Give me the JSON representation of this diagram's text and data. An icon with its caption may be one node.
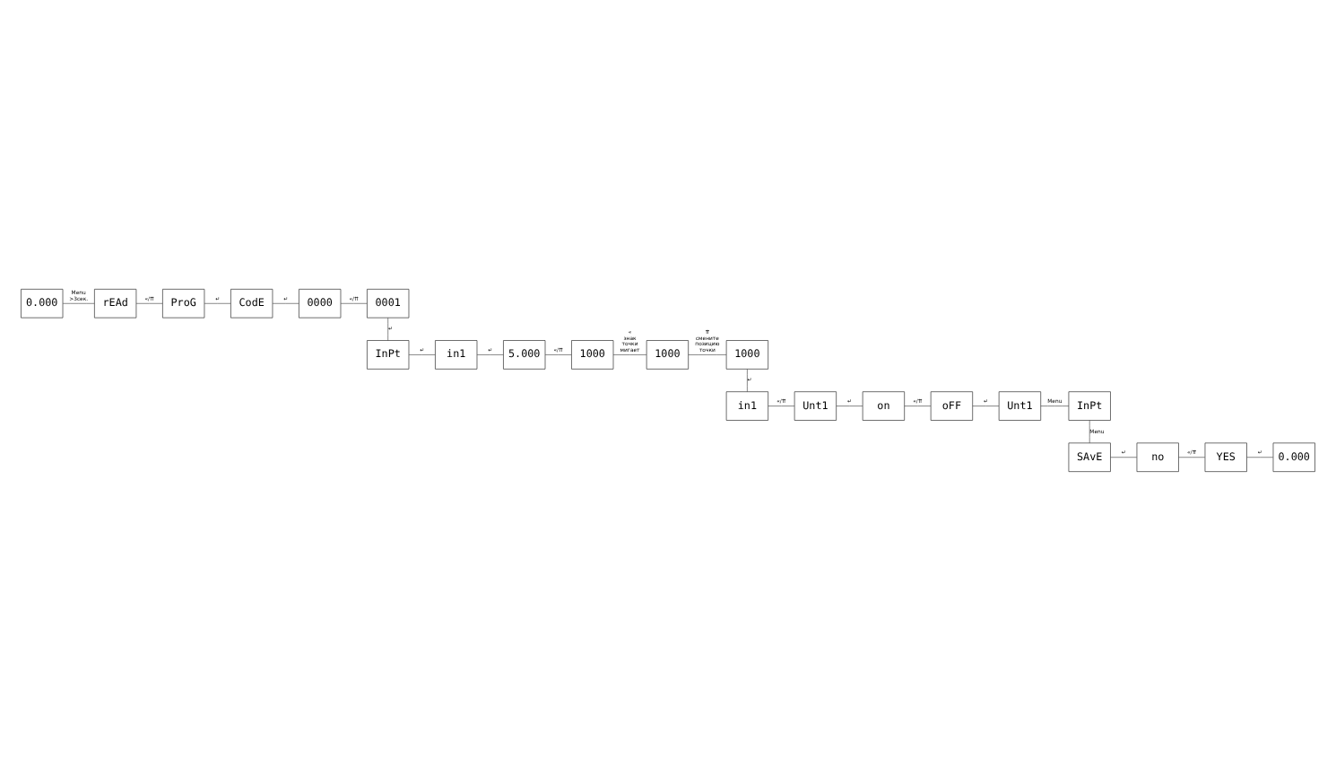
{
  "diagram": {
    "nodes": [
      {
        "text": [
          "0.000"
        ]
      },
      {
        "text": [
          "rEAd"
        ]
      },
      {
        "text": [
          "ProG"
        ]
      },
      {
        "text": [
          "CodE"
        ]
      },
      {
        "text": [
          "0000"
        ]
      },
      {
        "text": [
          "0001"
        ]
      },
      {
        "text": [
          "InPt"
        ]
      },
      {
        "text": [
          "in1"
        ]
      },
      {
        "text": [
          "5.000"
        ]
      },
      {
        "text": [
          "1000"
        ]
      },
      {
        "text": [
          "1000"
        ]
      },
      {
        "text": [
          "1000"
        ]
      },
      {
        "text": [
          "in1"
        ]
      },
      {
        "text": [
          "Unt1"
        ]
      },
      {
        "text": [
          "on"
        ]
      },
      {
        "text": [
          "oFF"
        ]
      },
      {
        "text": [
          "Unt1"
        ]
      },
      {
        "text": [
          "InPt"
        ]
      },
      {
        "text": [
          "SAvE"
        ]
      },
      {
        "text": [
          "no"
        ]
      },
      {
        "text": [
          "YES"
        ]
      },
      {
        "text": [
          "0.000"
        ]
      }
    ],
    "edges": [
      {
        "from": 0,
        "to": 1,
        "arrow": "none",
        "label": "Menu >3сек."
      },
      {
        "from": 1,
        "to": 2,
        "arrow": "none",
        "label": "«/⇈"
      },
      {
        "from": 2,
        "to": 3,
        "arrow": "none",
        "label": "↵"
      },
      {
        "from": 3,
        "to": 4,
        "arrow": "none",
        "label": "↵"
      },
      {
        "from": 4,
        "to": 5,
        "arrow": "none",
        "label": "«/⇈"
      },
      {
        "from": 5,
        "to": 6,
        "arrow": "none",
        "label": "↵"
      },
      {
        "from": 6,
        "to": 7,
        "arrow": "none",
        "label": "↵"
      },
      {
        "from": 7,
        "to": 8,
        "arrow": "none",
        "label": "↵"
      },
      {
        "from": 8,
        "to": 9,
        "arrow": "none",
        "label": "«/⇈"
      },
      {
        "from": 9,
        "to": 10,
        "arrow": "none",
        "label": "« знак точки мигает"
      },
      {
        "from": 10,
        "to": 11,
        "arrow": "none",
        "label": "⇈ смените позицию точки"
      },
      {
        "from": 11,
        "to": 12,
        "arrow": "none",
        "label": "↵"
      },
      {
        "from": 12,
        "to": 13,
        "arrow": "none",
        "label": "«/⇈"
      },
      {
        "from": 13,
        "to": 14,
        "arrow": "none",
        "label": "↵"
      },
      {
        "from": 14,
        "to": 15,
        "arrow": "none",
        "label": "«/⇈"
      },
      {
        "from": 15,
        "to": 16,
        "arrow": "none",
        "label": "↵"
      },
      {
        "from": 16,
        "to": 17,
        "arrow": "none",
        "label": "Menu"
      },
      {
        "from": 17,
        "to": 18,
        "arrow": "none",
        "label": "Menu"
      },
      {
        "from": 18,
        "to": 19,
        "arrow": "none",
        "label": "↵"
      },
      {
        "from": 19,
        "to": 20,
        "arrow": "none",
        "label": "«/⇈"
      },
      {
        "from": 20,
        "to": 21,
        "arrow": "none",
        "label": "↵"
      }
    ]
  }
}
